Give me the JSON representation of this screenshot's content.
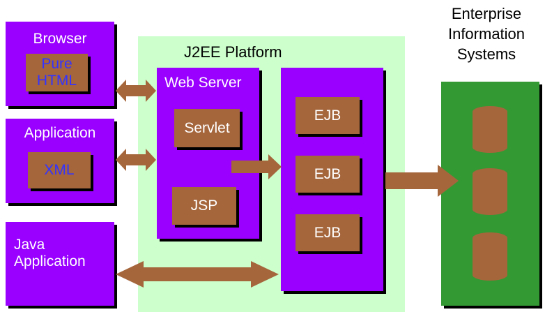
{
  "eis": {
    "title_lines": [
      "Enterprise",
      "Information",
      "Systems"
    ]
  },
  "platform": {
    "title": "J2EE Platform"
  },
  "browser": {
    "title": "Browser",
    "inner": [
      "Pure",
      "HTML"
    ]
  },
  "application": {
    "title": "Application",
    "inner": "XML"
  },
  "java_app": {
    "title_lines": [
      "Java",
      "Application"
    ]
  },
  "web_server": {
    "title": "Web Server",
    "servlet": "Servlet",
    "jsp": "JSP"
  },
  "ejb_container": {
    "ejbs": [
      "EJB",
      "EJB",
      "EJB"
    ]
  },
  "colors": {
    "platform_bg": "#ccffcc",
    "box": "#9900ff",
    "component": "#a5663c",
    "eis_bg": "#339933",
    "link_text": "#3333ff",
    "text": "#ffffff"
  }
}
